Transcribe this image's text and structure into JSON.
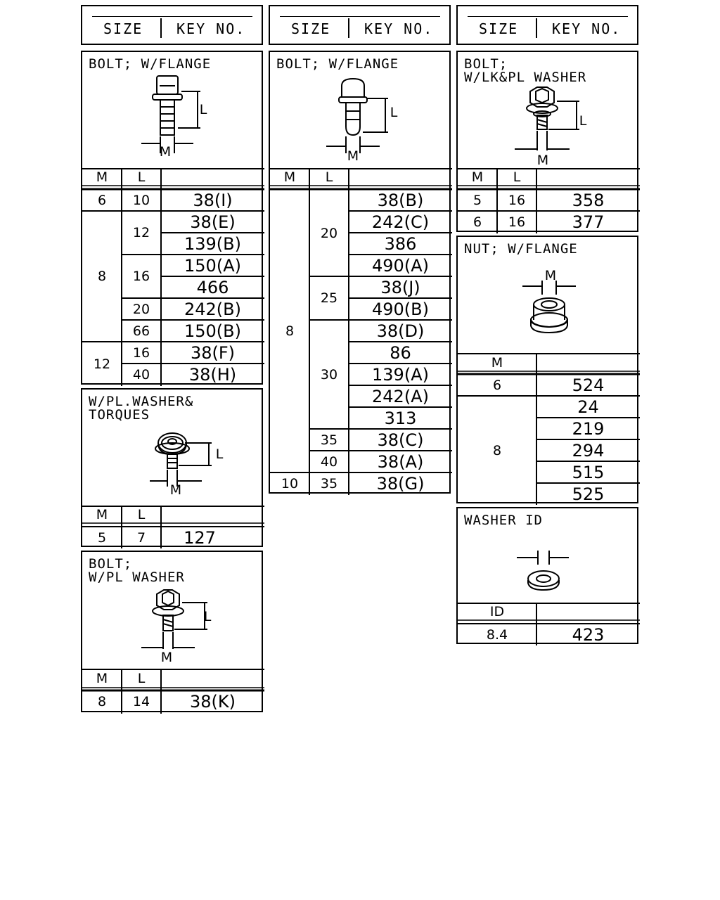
{
  "header": {
    "size_label": "SIZE",
    "key_label": "KEY NO."
  },
  "col_labels": {
    "m": "M",
    "l": "L",
    "id": "ID",
    "dim_l": "L",
    "dim_m": "M"
  },
  "bolt_flange_a": {
    "title": "BOLT; W/FLANGE",
    "rows": [
      {
        "m": "6",
        "l": "10",
        "key": "38(I)"
      },
      {
        "m": "8",
        "l": "12",
        "key": "38(E)"
      },
      {
        "m": "8",
        "l": "12",
        "key": "139(B)"
      },
      {
        "m": "8",
        "l": "16",
        "key": "150(A)"
      },
      {
        "m": "8",
        "l": "16",
        "key": "466"
      },
      {
        "m": "8",
        "l": "20",
        "key": "242(B)"
      },
      {
        "m": "8",
        "l": "66",
        "key": "150(B)"
      },
      {
        "m": "12",
        "l": "16",
        "key": "38(F)"
      },
      {
        "m": "12",
        "l": "40",
        "key": "38(H)"
      }
    ]
  },
  "torques_washer": {
    "title_line1": "W/PL.WASHER&",
    "title_line2": "TORQUES",
    "rows": [
      {
        "m": "5",
        "l": "7",
        "key": "127"
      }
    ]
  },
  "bolt_pl_washer": {
    "title_line1": "BOLT;",
    "title_line2": "W/PL WASHER",
    "rows": [
      {
        "m": "8",
        "l": "14",
        "key": "38(K)"
      }
    ]
  },
  "bolt_flange_b": {
    "title": "BOLT; W/FLANGE",
    "rows": [
      {
        "m": "8",
        "l": "20",
        "key": "38(B)"
      },
      {
        "m": "8",
        "l": "20",
        "key": "242(C)"
      },
      {
        "m": "8",
        "l": "20",
        "key": "386"
      },
      {
        "m": "8",
        "l": "20",
        "key": "490(A)"
      },
      {
        "m": "8",
        "l": "25",
        "key": "38(J)"
      },
      {
        "m": "8",
        "l": "25",
        "key": "490(B)"
      },
      {
        "m": "8",
        "l": "30",
        "key": "38(D)"
      },
      {
        "m": "8",
        "l": "30",
        "key": "86"
      },
      {
        "m": "8",
        "l": "30",
        "key": "139(A)"
      },
      {
        "m": "8",
        "l": "30",
        "key": "242(A)"
      },
      {
        "m": "8",
        "l": "30",
        "key": "313"
      },
      {
        "m": "8",
        "l": "35",
        "key": "38(C)"
      },
      {
        "m": "8",
        "l": "40",
        "key": "38(A)"
      },
      {
        "m": "10",
        "l": "35",
        "key": "38(G)"
      }
    ]
  },
  "bolt_lk_pl_washer": {
    "title_line1": "BOLT;",
    "title_line2": "W/LK&PL WASHER",
    "rows": [
      {
        "m": "5",
        "l": "16",
        "key": "358"
      },
      {
        "m": "6",
        "l": "16",
        "key": "377"
      }
    ]
  },
  "nut_flange": {
    "title": "NUT; W/FLANGE",
    "rows": [
      {
        "m": "6",
        "key": "524"
      },
      {
        "m": "8",
        "key": "24"
      },
      {
        "m": "8",
        "key": "219"
      },
      {
        "m": "8",
        "key": "294"
      },
      {
        "m": "8",
        "key": "515"
      },
      {
        "m": "8",
        "key": "525"
      }
    ]
  },
  "washer": {
    "title": "WASHER ID",
    "rows": [
      {
        "id": "8.4",
        "key": "423"
      }
    ]
  }
}
